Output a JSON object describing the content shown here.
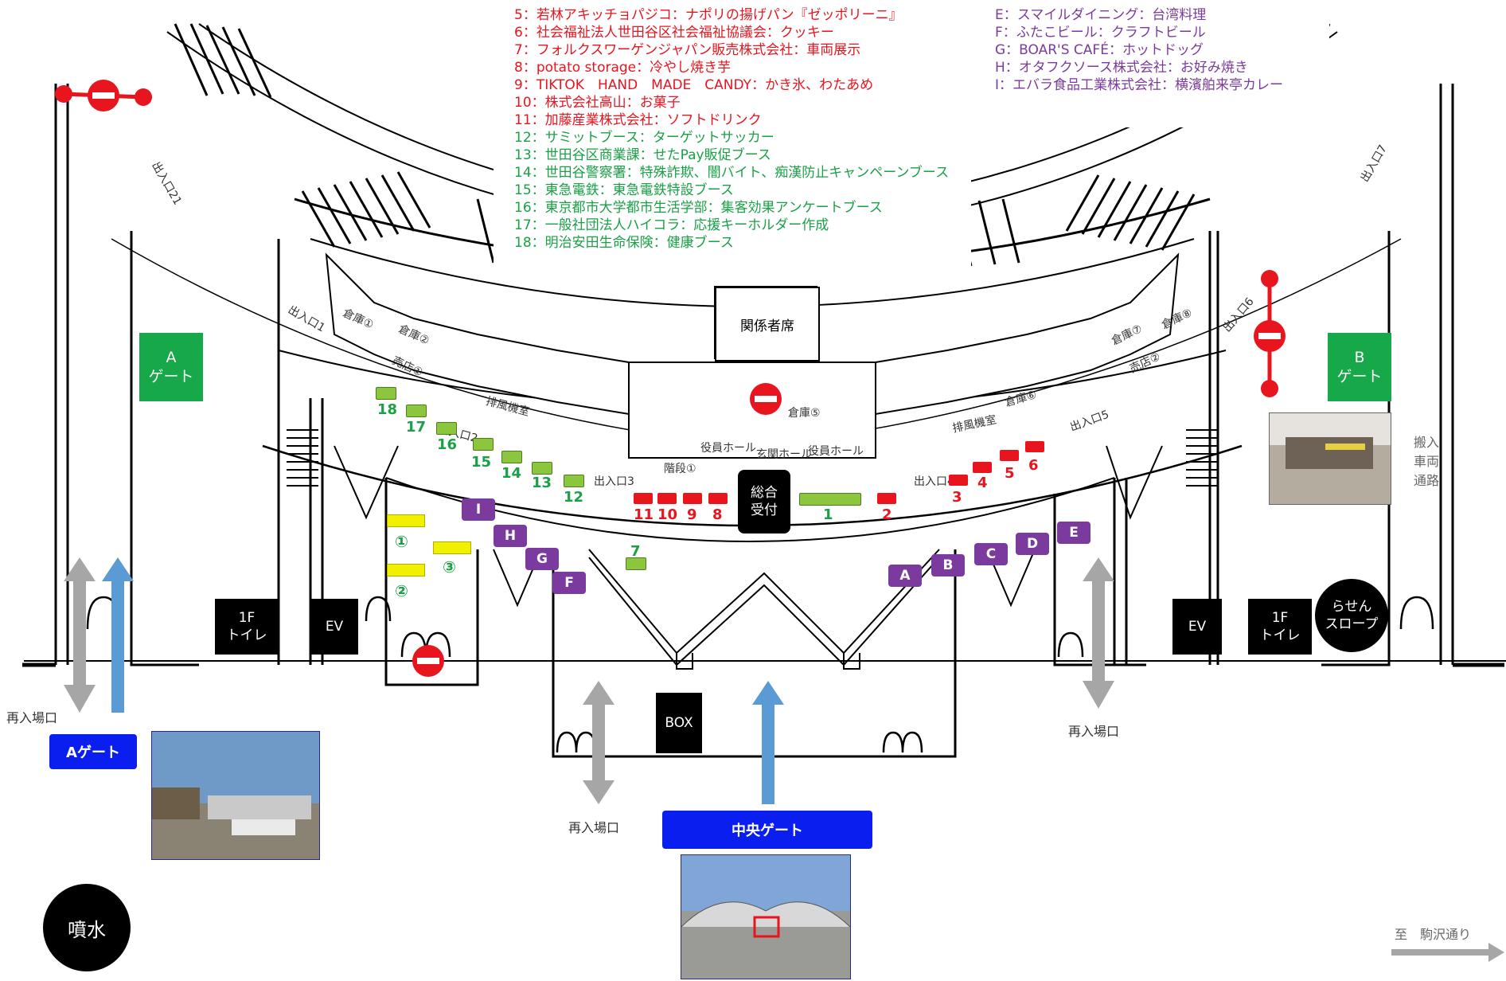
{
  "legend": {
    "red": [
      "5：若林アキッチョパジコ：ナポリの揚げパン『ゼッポリーニ』",
      "6：社会福祉法人世田谷区社会福祉協議会：クッキー",
      "7：フォルクスワーゲンジャパン販売株式会社：車両展示",
      "8：potato storage：冷やし焼き芋",
      "9：TIKTOK　HAND　MADE　CANDY：かき氷、わたあめ",
      "10：株式会社高山：お菓子",
      "11：加藤産業株式会社：ソフトドリンク"
    ],
    "green": [
      "12：サミットブース：ターゲットサッカー",
      "13：世田谷区商業課：せたPay販促ブース",
      "14：世田谷警察署：特殊詐欺、闇バイト、痴漢防止キャンペーンブース",
      "15：東急電鉄：東急電鉄特設ブース",
      "16：東京都市大学都市生活学部：集客効果アンケートブース",
      "17：一般社団法人ハイコラ：応援キーホルダー作成",
      "18：明治安田生命保険：健康ブース"
    ],
    "purple": [
      "E：スマイルダイニング：台湾料理",
      "F：ふたこビール：クラフトビール",
      "G：BOAR'S CAFÉ：ホットドッグ",
      "H：オタフクソース株式会社：お好み焼き",
      "I：エバラ食品工業株式会社：横濱舶来亭カレー"
    ]
  },
  "gates": {
    "a_gate_box": "A\nゲート",
    "b_gate_box": "B\nゲート",
    "a_gate_button": "Aゲート",
    "center_gate_button": "中央ゲート"
  },
  "facilities": {
    "kankeisha": "関係者席",
    "sogo_uketsuke": "総合\n受付",
    "toilet": "1F\nトイレ",
    "ev": "EV",
    "box": "BOX",
    "rasen": "らせん\nスロープ",
    "funsui": "噴水"
  },
  "labels": {
    "reentry": "再入場口",
    "hannyu": "搬入\n車両\n通路",
    "komazawa": "至　駒沢通り",
    "deiriguchi": [
      "出入口1",
      "出入口2",
      "出入口3",
      "出入口4",
      "出入口5",
      "出入口6",
      "出入口7",
      "出入口21"
    ],
    "soko": [
      "倉庫①",
      "倉庫②",
      "倉庫⑦",
      "倉庫⑧",
      "倉庫⑤",
      "倉庫⑥"
    ],
    "baiten": [
      "売店①",
      "売店②"
    ],
    "haifuki": "排風機室",
    "kaidan": "階段①",
    "yakuin": "役員ホール",
    "genkan": "玄関ホール"
  },
  "booths": {
    "red": [
      "11",
      "10",
      "9",
      "8",
      "2",
      "3",
      "4",
      "5",
      "6"
    ],
    "green": [
      "18",
      "17",
      "16",
      "15",
      "14",
      "13",
      "12",
      "7",
      "1"
    ],
    "yellow": [
      "①",
      "②",
      "③"
    ],
    "purple": [
      "I",
      "H",
      "G",
      "F",
      "A",
      "B",
      "C",
      "D",
      "E"
    ]
  },
  "colors": {
    "red": "#e8141e",
    "green": "#1aa046",
    "light_green": "#8cc63f",
    "yellow": "#f0f000",
    "purple": "#7a3a9e",
    "blue_button": "#0a1ef0",
    "gate_green": "#17a84a",
    "arrow_blue": "#5b9bd5",
    "arrow_gray": "#a6a6a6"
  }
}
